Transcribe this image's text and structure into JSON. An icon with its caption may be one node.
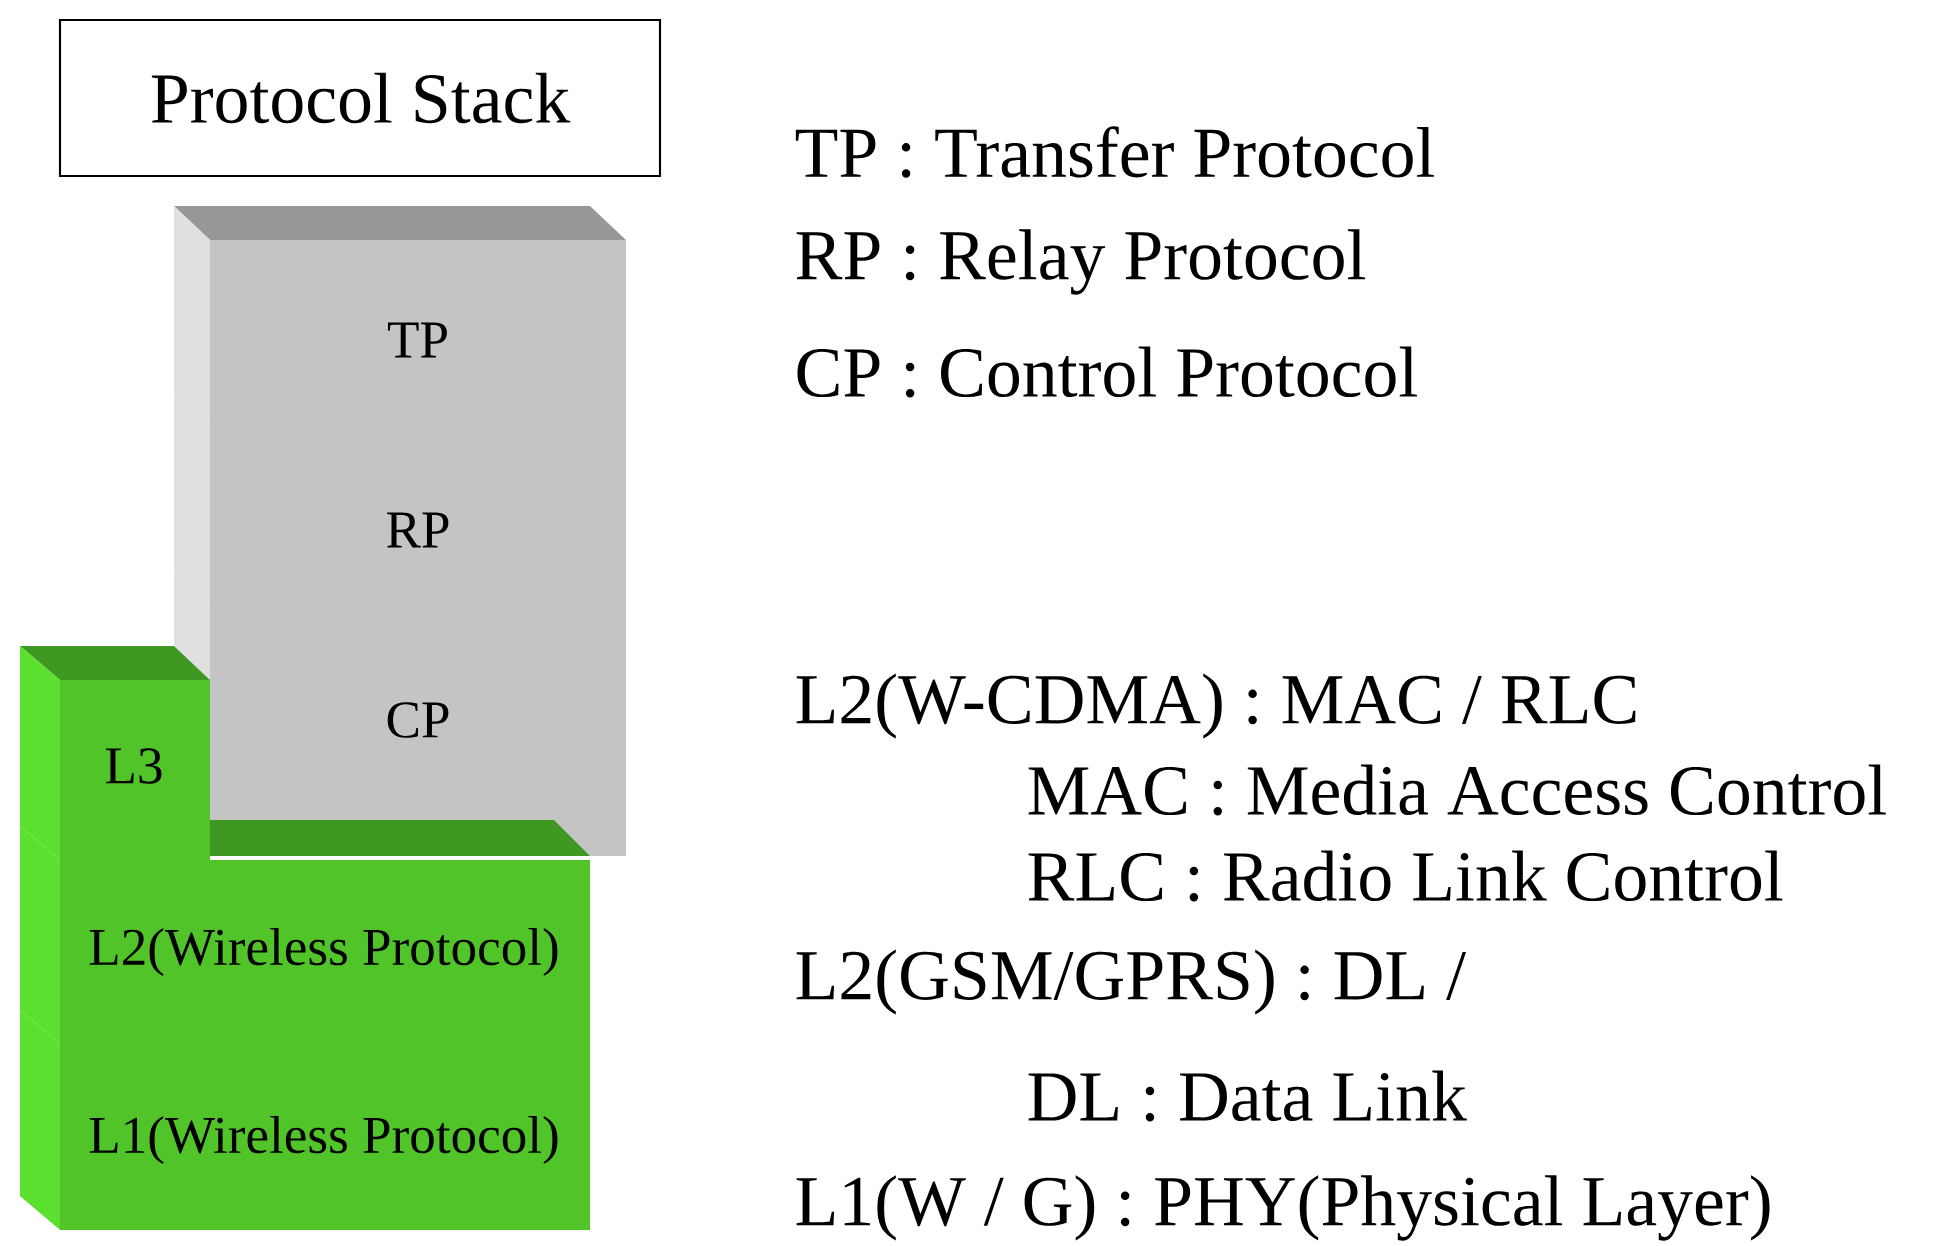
{
  "diagram": {
    "title": "Protocol Stack",
    "nodes": [
      {
        "text": [
          "TP"
        ]
      },
      {
        "text": [
          "RP"
        ]
      },
      {
        "text": [
          "CP"
        ]
      },
      {
        "text": [
          "L3"
        ]
      },
      {
        "text": [
          "L2(Wireless Protocol)"
        ]
      },
      {
        "text": [
          "L1(Wireless Protocol)"
        ]
      }
    ],
    "labels": [
      "TP : Transfer Protocol",
      "RP : Relay Protocol",
      "CP : Control Protocol",
      "L2(W-CDMA) : MAC / RLC",
      "MAC : Media Access Control",
      "RLC : Radio Link Control",
      "L2(GSM/GPRS) : DL /",
      "DL : Data Link",
      "L1(W / G) : PHY(Physical Layer)"
    ]
  }
}
